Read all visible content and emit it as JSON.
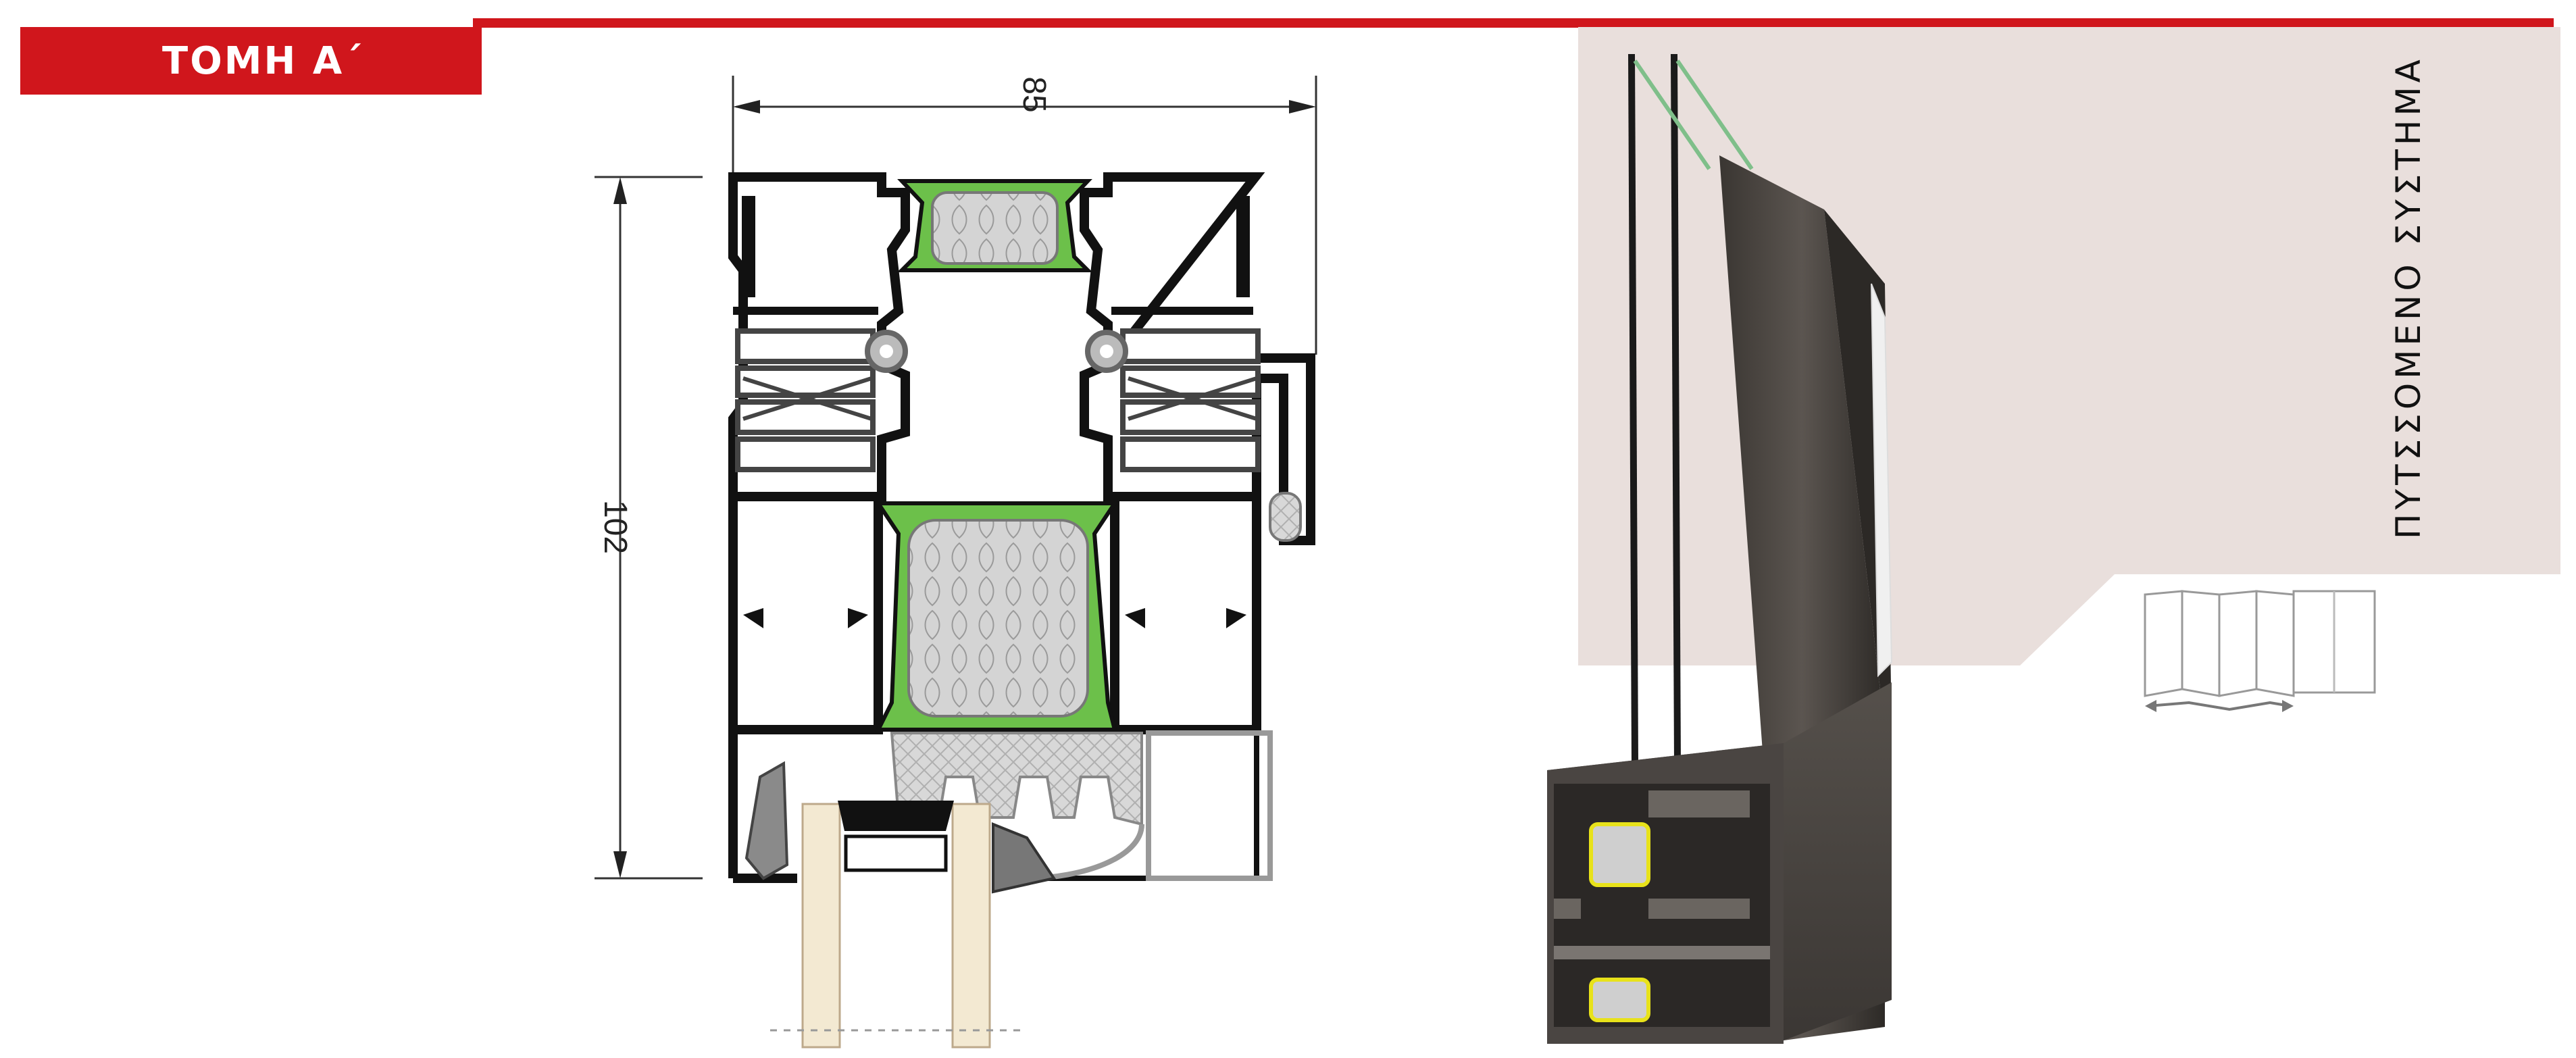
{
  "section": {
    "title": "ΤΟΜΗ Α΄"
  },
  "dimensions": {
    "width_label": "85",
    "height_label": "102"
  },
  "system": {
    "name": "ΠΥΤΣΣΟΜΕΝΟ ΣΥΣΤΗΜΑ"
  },
  "colors": {
    "accent": "#d0161c",
    "profile": "#111111",
    "thermal_break": "#6cc04a",
    "insulation": "#cfcfcf",
    "glass": "#f3e9d2",
    "render_background": "#e9dfdc"
  },
  "icons": [
    "folding-door-icon"
  ]
}
